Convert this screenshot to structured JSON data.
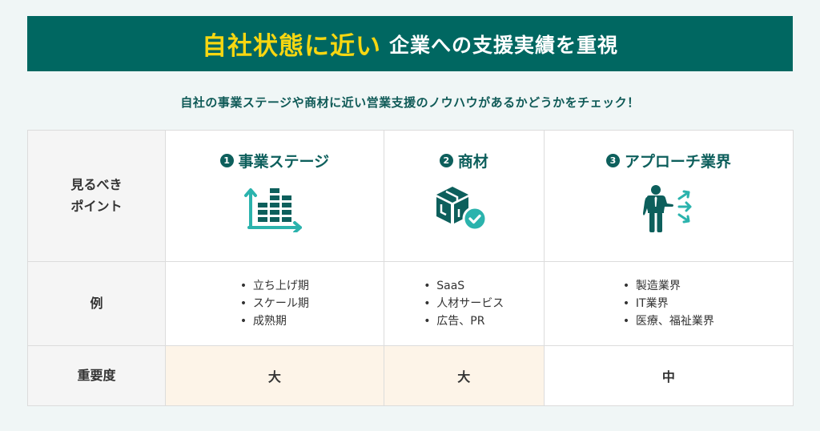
{
  "banner": {
    "highlight": "自社状態に近い",
    "rest": "企業への支援実績を重視"
  },
  "subtitle": "自社の事業ステージや商材に近い営業支援のノウハウがあるかどうかをチェック！",
  "colors": {
    "banner_bg": "#006761",
    "highlight_text": "#f7d711",
    "accent_dark": "#0d5f5c",
    "accent_light": "#2bb3ad",
    "high_importance_bg": "#fdf4e8",
    "row_header_bg": "#f5f5f5",
    "page_bg": "#f0f6f6"
  },
  "table": {
    "row_headers": {
      "points_line1": "見るべき",
      "points_line2": "ポイント",
      "examples": "例",
      "importance": "重要度"
    },
    "columns": [
      {
        "number": "1",
        "title": "事業ステージ",
        "icon": "bar-chart-growth-icon",
        "examples": [
          "立ち上げ期",
          "スケール期",
          "成熟期"
        ],
        "importance": "大"
      },
      {
        "number": "2",
        "title": "商材",
        "icon": "product-box-check-icon",
        "examples": [
          "SaaS",
          "人材サービス",
          "広告、PR"
        ],
        "importance": "大"
      },
      {
        "number": "3",
        "title": "アプローチ業界",
        "icon": "businessman-arrows-icon",
        "examples": [
          "製造業界",
          "IT業界",
          "医療、福祉業界"
        ],
        "importance": "中"
      }
    ]
  }
}
